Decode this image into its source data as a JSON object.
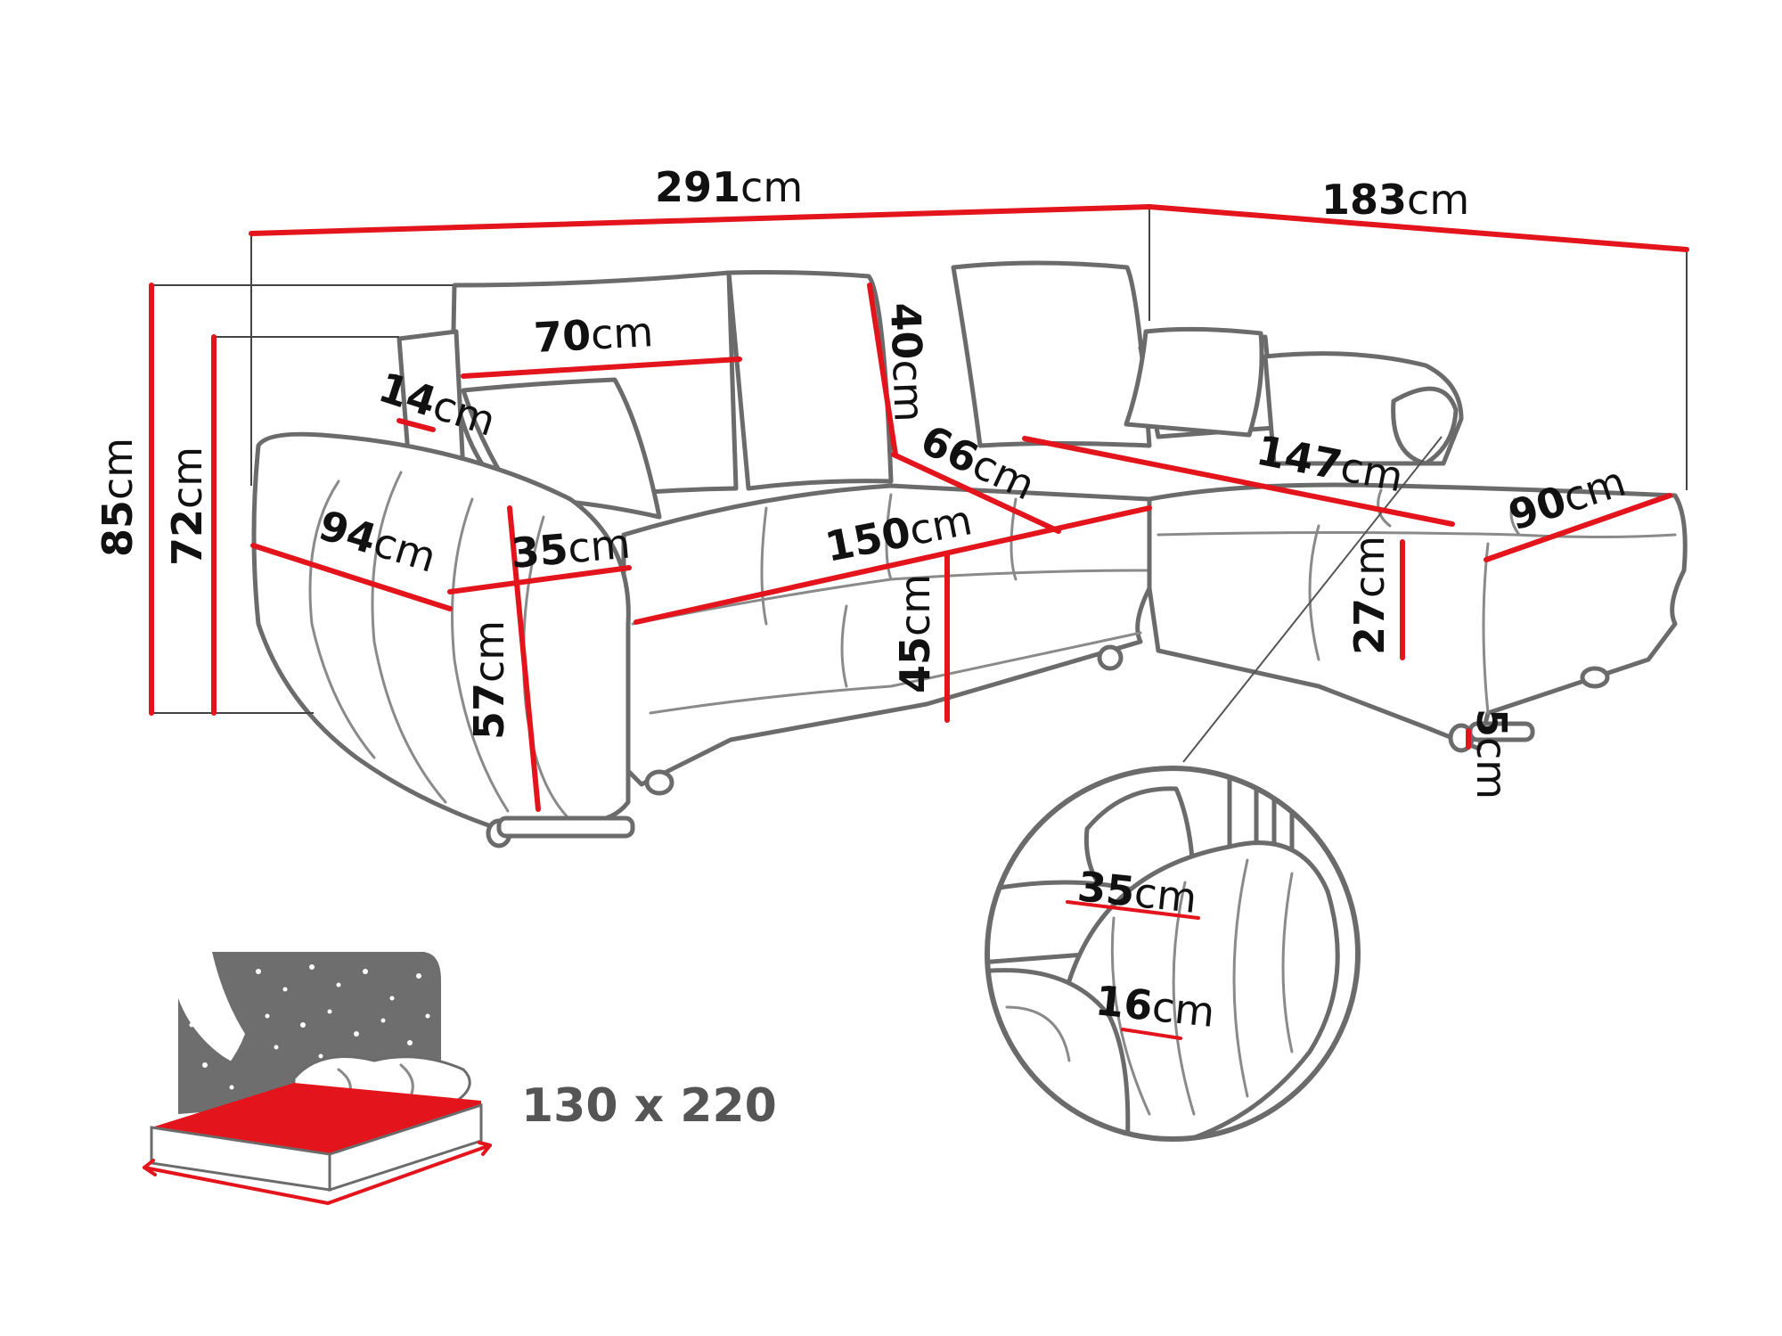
{
  "dimensions": {
    "overall_width": {
      "value": "291",
      "unit": "cm"
    },
    "chaise_depth": {
      "value": "183",
      "unit": "cm"
    },
    "back_height": {
      "value": "85",
      "unit": "cm"
    },
    "arm_height": {
      "value": "72",
      "unit": "cm"
    },
    "armrest_width": {
      "value": "14",
      "unit": "cm"
    },
    "cushion_width": {
      "value": "70",
      "unit": "cm"
    },
    "cushion_height": {
      "value": "40",
      "unit": "cm"
    },
    "seat_depth": {
      "value": "66",
      "unit": "cm"
    },
    "chaise_length": {
      "value": "147",
      "unit": "cm"
    },
    "chaise_width": {
      "value": "90",
      "unit": "cm"
    },
    "sofa_depth": {
      "value": "94",
      "unit": "cm"
    },
    "arm_width": {
      "value": "35",
      "unit": "cm"
    },
    "seat_width": {
      "value": "150",
      "unit": "cm"
    },
    "seat_height": {
      "value": "45",
      "unit": "cm"
    },
    "arm_front_height": {
      "value": "57",
      "unit": "cm"
    },
    "chaise_seat_height": {
      "value": "27",
      "unit": "cm"
    },
    "leg_height": {
      "value": "5",
      "unit": "cm"
    }
  },
  "detail": {
    "arm_top_width": {
      "value": "35",
      "unit": "cm"
    },
    "arm_front_width": {
      "value": "16",
      "unit": "cm"
    }
  },
  "bed": {
    "size_label": "130 x 220"
  },
  "colors": {
    "accent": "#e3141b",
    "outline": "#6b6b6b",
    "bed_surface": "#e3141b",
    "night_sky": "#6e6e6e"
  },
  "icons": {
    "sleeping_function": "bed-night-icon"
  }
}
